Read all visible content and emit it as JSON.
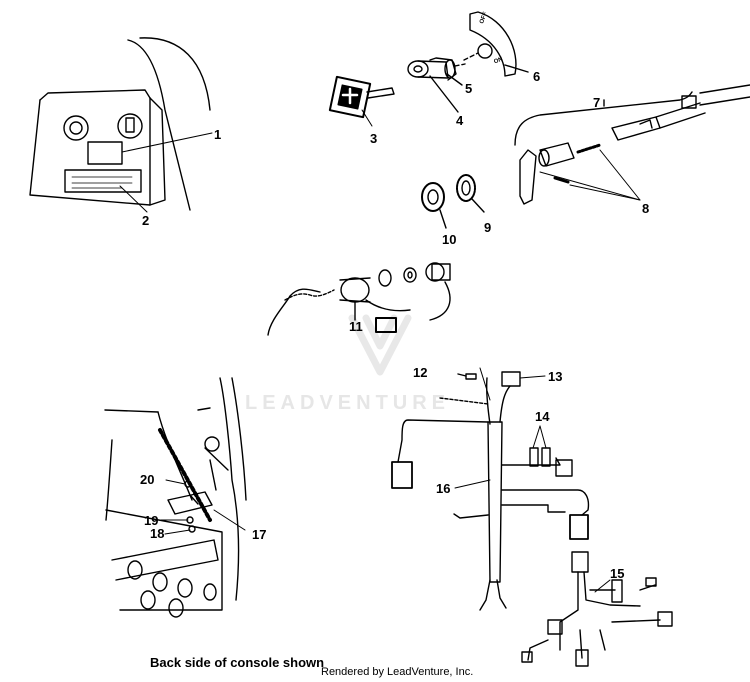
{
  "diagram": {
    "callouts": [
      {
        "id": "1",
        "text": "1"
      },
      {
        "id": "2",
        "text": "2"
      },
      {
        "id": "3",
        "text": "3"
      },
      {
        "id": "4",
        "text": "4"
      },
      {
        "id": "5",
        "text": "5"
      },
      {
        "id": "6",
        "text": "6"
      },
      {
        "id": "7",
        "text": "7"
      },
      {
        "id": "8",
        "text": "8"
      },
      {
        "id": "9",
        "text": "9"
      },
      {
        "id": "10",
        "text": "10"
      },
      {
        "id": "11",
        "text": "11"
      },
      {
        "id": "12",
        "text": "12"
      },
      {
        "id": "13",
        "text": "13"
      },
      {
        "id": "14",
        "text": "14"
      },
      {
        "id": "15",
        "text": "15"
      },
      {
        "id": "16",
        "text": "16"
      },
      {
        "id": "17",
        "text": "17"
      },
      {
        "id": "18",
        "text": "18"
      },
      {
        "id": "19",
        "text": "19"
      },
      {
        "id": "20",
        "text": "20"
      }
    ],
    "switch_plate_labels": {
      "off": "OFF",
      "on": "ON"
    },
    "watermark": "LEADVENTURE",
    "caption": "Back side of console shown",
    "credit": "Rendered by LeadVenture, Inc."
  }
}
